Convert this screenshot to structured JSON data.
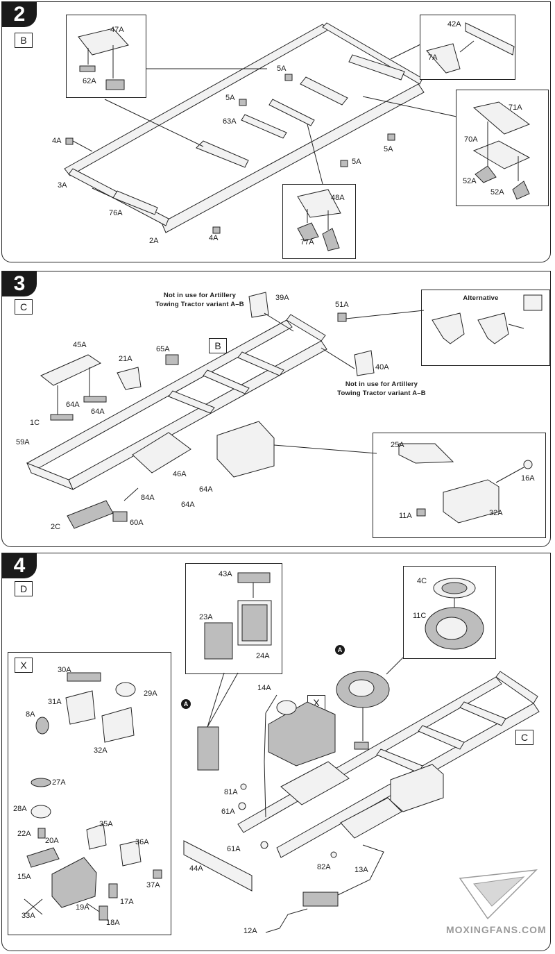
{
  "step2": {
    "number": "2",
    "tag": "B",
    "labels": {
      "p47": "47A",
      "p62": "62A",
      "p42": "42A",
      "p7": "7A",
      "p5a": "5A",
      "p5b": "5A",
      "p5c": "5A",
      "p5d": "5A",
      "p63": "63A",
      "p4a": "4A",
      "p4b": "4A",
      "p3": "3A",
      "p76": "76A",
      "p2": "2A",
      "p71": "71A",
      "p70": "70A",
      "p52a": "52A",
      "p52b": "52A",
      "p48": "48A",
      "p77": "77A"
    }
  },
  "step3": {
    "number": "3",
    "tag": "C",
    "chassis_tag": "B",
    "note_top": [
      "Not in use for Artillery",
      "Towing Tractor variant A–B"
    ],
    "note_mid": [
      "Not in use for Artillery",
      "Towing Tractor variant A–B"
    ],
    "alternative": "Alternative",
    "labels": {
      "p39": "39A",
      "p51": "51A",
      "p45": "45A",
      "p21": "21A",
      "p65": "65A",
      "p40": "40A",
      "p64a": "64A",
      "p64b": "64A",
      "p64c": "64A",
      "p64d": "64A",
      "p1c": "1C",
      "p59": "59A",
      "p46": "46A",
      "p84": "84A",
      "p60": "60A",
      "p2c": "2C",
      "p25": "25A",
      "p16": "16A",
      "p11": "11A",
      "p32": "32A"
    }
  },
  "step4": {
    "number": "4",
    "tag": "D",
    "sub_tag": "X",
    "engine_tag": "X",
    "chassis_tag": "C",
    "badge_a": "A",
    "labels": {
      "p43": "43A",
      "p23": "23A",
      "p24": "24A",
      "p4c": "4C",
      "p11c": "11C",
      "p30": "30A",
      "p29": "29A",
      "p31": "31A",
      "p8": "8A",
      "p32": "32A",
      "p27": "27A",
      "p28": "28A",
      "p22": "22A",
      "p20": "20A",
      "p35": "35A",
      "p36": "36A",
      "p15": "15A",
      "p37": "37A",
      "p17": "17A",
      "p33": "33A",
      "p19": "19A",
      "p18": "18A",
      "p14": "14A",
      "p81": "81A",
      "p61a": "61A",
      "p61b": "61A",
      "p44": "44A",
      "p82": "82A",
      "p13": "13A",
      "p12": "12A"
    }
  },
  "watermark": "MOXINGFANS.COM",
  "colors": {
    "ink": "#1a1a1a",
    "panel": "#ffffff",
    "shade": "#bdbdbd"
  }
}
